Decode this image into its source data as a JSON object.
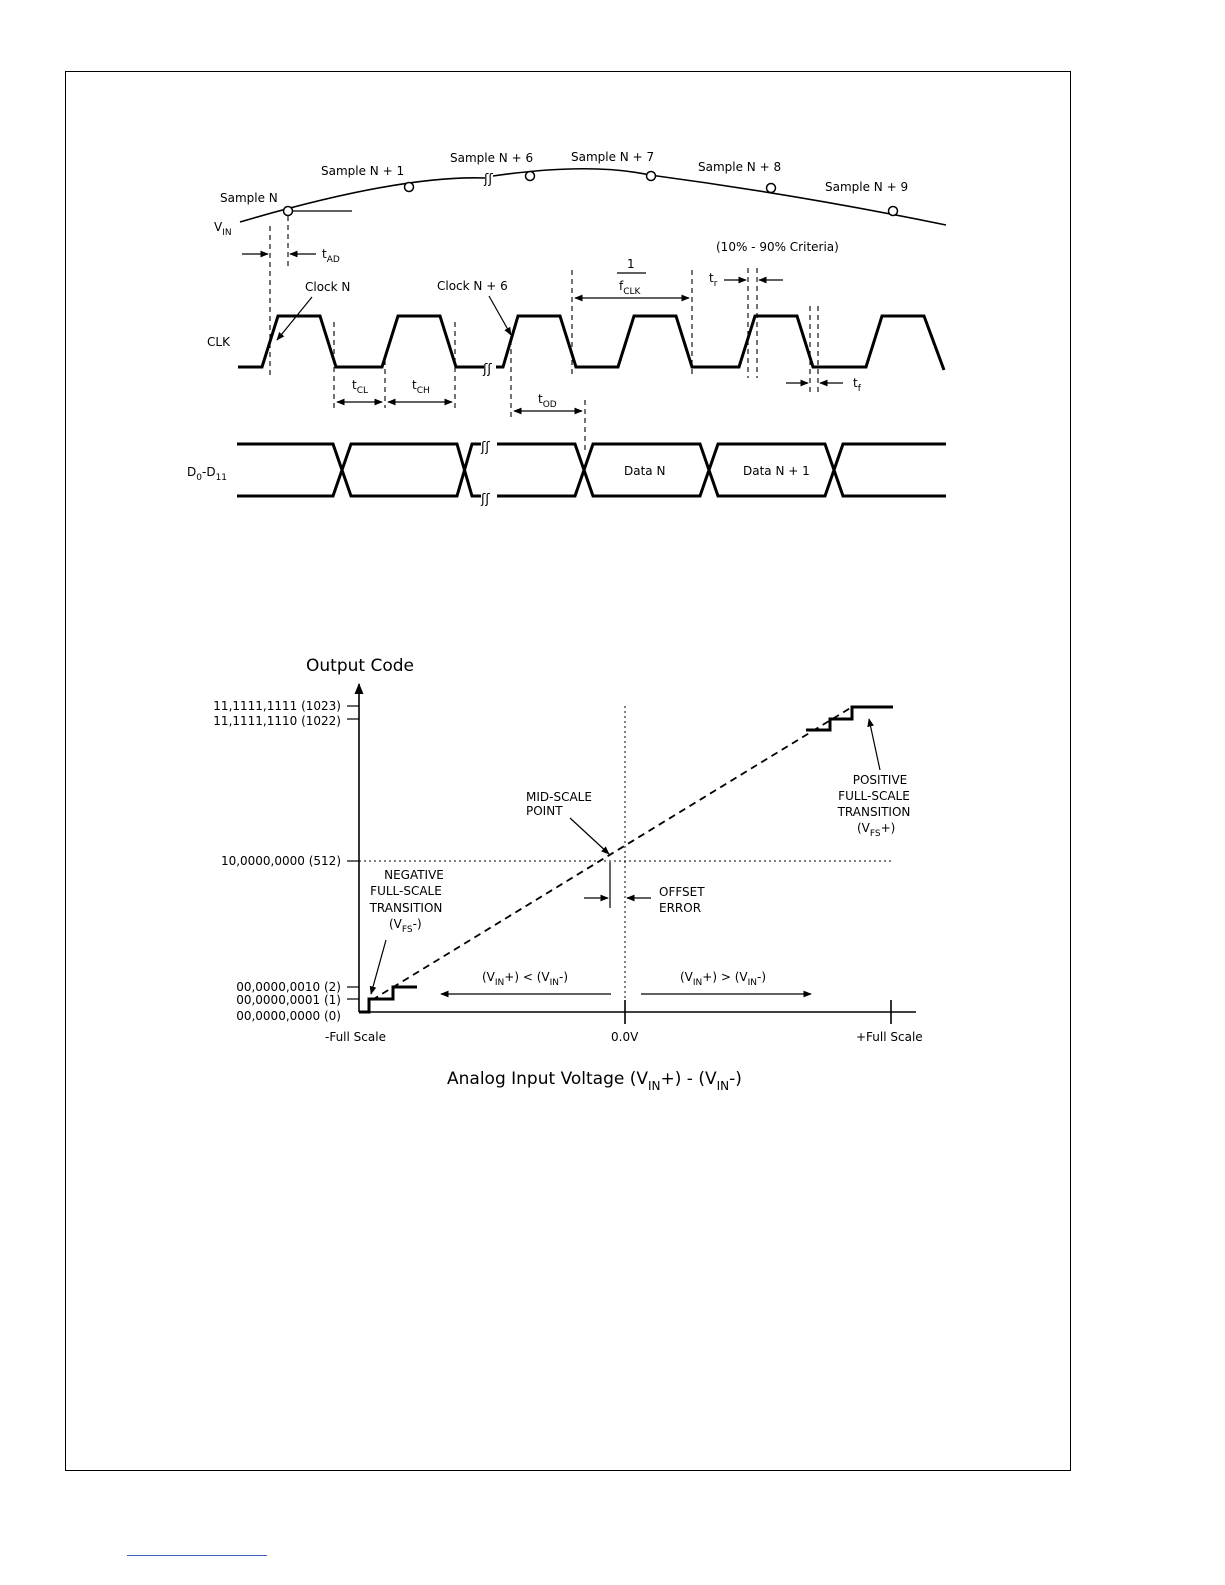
{
  "timing": {
    "vin_label": {
      "main": "V",
      "sub": "IN"
    },
    "samples": [
      "Sample N",
      "Sample N + 1",
      "Sample N + 6",
      "Sample N + 7",
      "Sample N + 8",
      "Sample N + 9"
    ],
    "t_ad": {
      "main": "t",
      "sub": "AD"
    },
    "criteria": "(10% - 90% Criteria)",
    "clk_label": "CLK",
    "clock_n": "Clock N",
    "clock_n6": "Clock N + 6",
    "freq": {
      "numerator": "1",
      "main": "f",
      "sub": "CLK"
    },
    "t_r": {
      "main": "t",
      "sub": "r"
    },
    "t_f": {
      "main": "t",
      "sub": "f"
    },
    "t_cl": {
      "main": "t",
      "sub": "CL"
    },
    "t_ch": {
      "main": "t",
      "sub": "CH"
    },
    "t_od": {
      "main": "t",
      "sub": "OD"
    },
    "data_label": {
      "d0": "D",
      "d0_sub": "0",
      "dash": "-",
      "d11": "D",
      "d11_sub": "11"
    },
    "data_n": "Data N",
    "data_n1": "Data N + 1"
  },
  "transfer": {
    "y_title": "Output Code",
    "y_codes": [
      "11,1111,1111 (1023)",
      "11,1111,1110 (1022)",
      "10,0000,0000 (512)",
      "00,0000,0010 (2)",
      "00,0000,0001 (1)",
      "00,0000,0000 (0)"
    ],
    "x_ticks": [
      "-Full Scale",
      "0.0V",
      "+Full Scale"
    ],
    "x_title": {
      "p1": "Analog Input Voltage (V",
      "s1": "IN",
      "p2": "+) - (V",
      "s2": "IN",
      "p3": "-)"
    },
    "mid_scale": [
      "MID-SCALE",
      "POINT"
    ],
    "offset_error": [
      "OFFSET",
      "ERROR"
    ],
    "negative_fs": [
      "NEGATIVE",
      "FULL-SCALE",
      "TRANSITION"
    ],
    "negative_fs_sym": {
      "p1": "(V",
      "sub": "FS",
      "p2": "-)"
    },
    "positive_fs": [
      "POSITIVE",
      "FULL-SCALE",
      "TRANSITION"
    ],
    "positive_fs_sym": {
      "p1": "(V",
      "sub": "FS",
      "p2": "+)"
    },
    "left_region": {
      "p1": "(V",
      "s1": "IN",
      "p2": "+) < (V",
      "s2": "IN",
      "p3": "-)"
    },
    "right_region": {
      "p1": "(V",
      "s1": "IN",
      "p2": "+) > (V",
      "s2": "IN",
      "p3": "-)"
    }
  }
}
